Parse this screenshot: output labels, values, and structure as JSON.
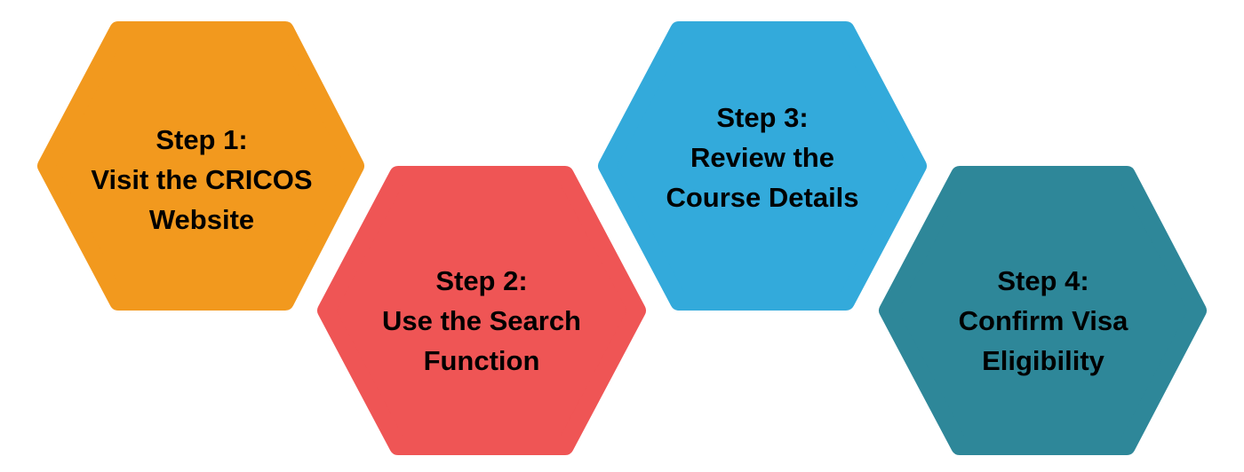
{
  "steps": [
    {
      "title": "Step 1:",
      "lines": [
        "Visit the CRICOS",
        "Website"
      ],
      "color": "#F2991E"
    },
    {
      "title": "Step 2:",
      "lines": [
        "Use the Search",
        "Function"
      ],
      "color": "#EF5555"
    },
    {
      "title": "Step 3:",
      "lines": [
        "Review the",
        "Course Details"
      ],
      "color": "#33AADB"
    },
    {
      "title": "Step 4:",
      "lines": [
        "Confirm Visa",
        "Eligibility"
      ],
      "color": "#2E8799"
    }
  ]
}
